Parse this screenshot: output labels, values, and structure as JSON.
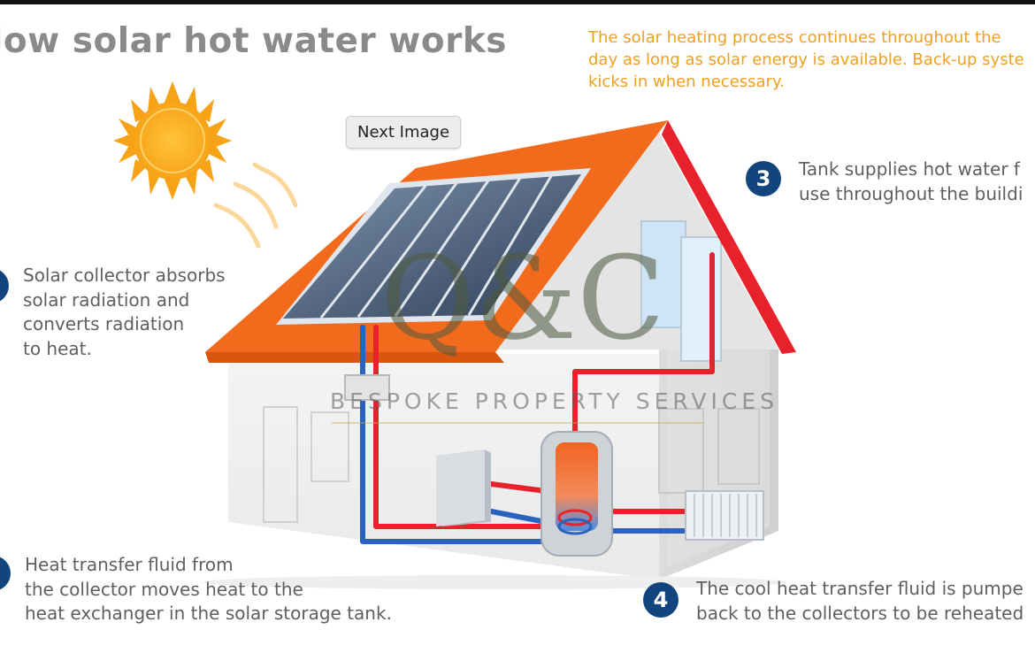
{
  "header": {
    "title": "low solar hot water works"
  },
  "intro": {
    "lines": [
      "The solar heating process continues throughout the",
      "day as long as solar energy is available. Back-up syste",
      "kicks in when necessary."
    ]
  },
  "next_button": {
    "label": "Next Image"
  },
  "steps": [
    {
      "number": "",
      "lines": [
        "Solar collector absorbs",
        "solar radiation and",
        "converts radiation",
        "to heat."
      ]
    },
    {
      "number": "",
      "lines": [
        "Heat transfer fluid from",
        "the collector moves heat to the",
        "heat exchanger in the solar storage tank."
      ]
    },
    {
      "number": "3",
      "lines": [
        "Tank supplies hot water f",
        "use throughout the buildi"
      ]
    },
    {
      "number": "4",
      "lines": [
        "The cool heat transfer fluid is pumpe",
        "back to the collectors to be reheated"
      ]
    }
  ],
  "watermark": {
    "monogram": "Q&C",
    "tagline": "BESPOKE PROPERTY SERVICES"
  },
  "colors": {
    "title": "#8a8a8a",
    "accent": "#f0a020",
    "badge": "#12457e",
    "roof": "#f26b1d",
    "hot_pipe": "#e8222c",
    "cold_pipe": "#2a62c0"
  }
}
